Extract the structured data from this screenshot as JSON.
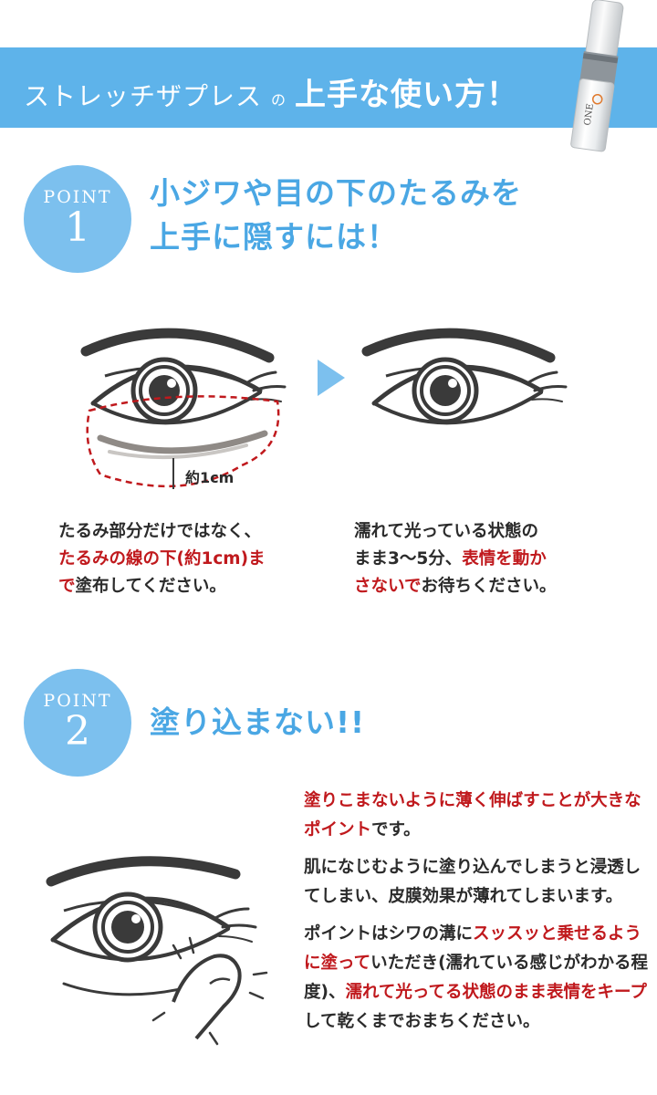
{
  "banner": {
    "title_main": "ストレッチザプレス",
    "title_particle": "の",
    "title_emphasis": "上手な使い方！"
  },
  "point1": {
    "badge_word": "POINT",
    "badge_number": "1",
    "heading_line1": "小ジワや目の下のたるみを",
    "heading_line2": "上手に隠すには！",
    "approx_label": "約1cm",
    "left_desc": [
      {
        "text": "たるみ部分だけではなく、",
        "red": ""
      },
      {
        "text": "",
        "red": "たるみの線の下(約1cm)ま"
      },
      {
        "red": "で",
        "text": "塗布してください。"
      }
    ],
    "right_desc": [
      {
        "text": "濡れて光っている状態の"
      },
      {
        "text": "まま3〜5分、",
        "red": "表情を動か"
      },
      {
        "red": "さないで",
        "text": "お待ちください。"
      }
    ]
  },
  "point2": {
    "badge_word": "POINT",
    "badge_number": "2",
    "heading": "塗り込まない!!",
    "para1_red": "塗りこまないように薄く伸ばすことが大きなポイント",
    "para1_text": "です。",
    "para2": "肌になじむように塗り込んでしまうと浸透してしまい、皮膜効果が薄れてしまいます。",
    "para3_a": "ポイントはシワの溝に",
    "para3_b_red": "スッスッと乗せるように塗って",
    "para3_c": "いただき(濡れている感じがわかる程度)、",
    "para3_d_red": "濡れて光ってる状態のまま表情をキープ",
    "para3_e": "して乾くまでおまちください。"
  },
  "colors": {
    "banner": "#5eb3ea",
    "badge": "#7cc0ee",
    "heading": "#4aa7e4",
    "accent_red": "#c0191d",
    "text": "#2b2b2b"
  }
}
